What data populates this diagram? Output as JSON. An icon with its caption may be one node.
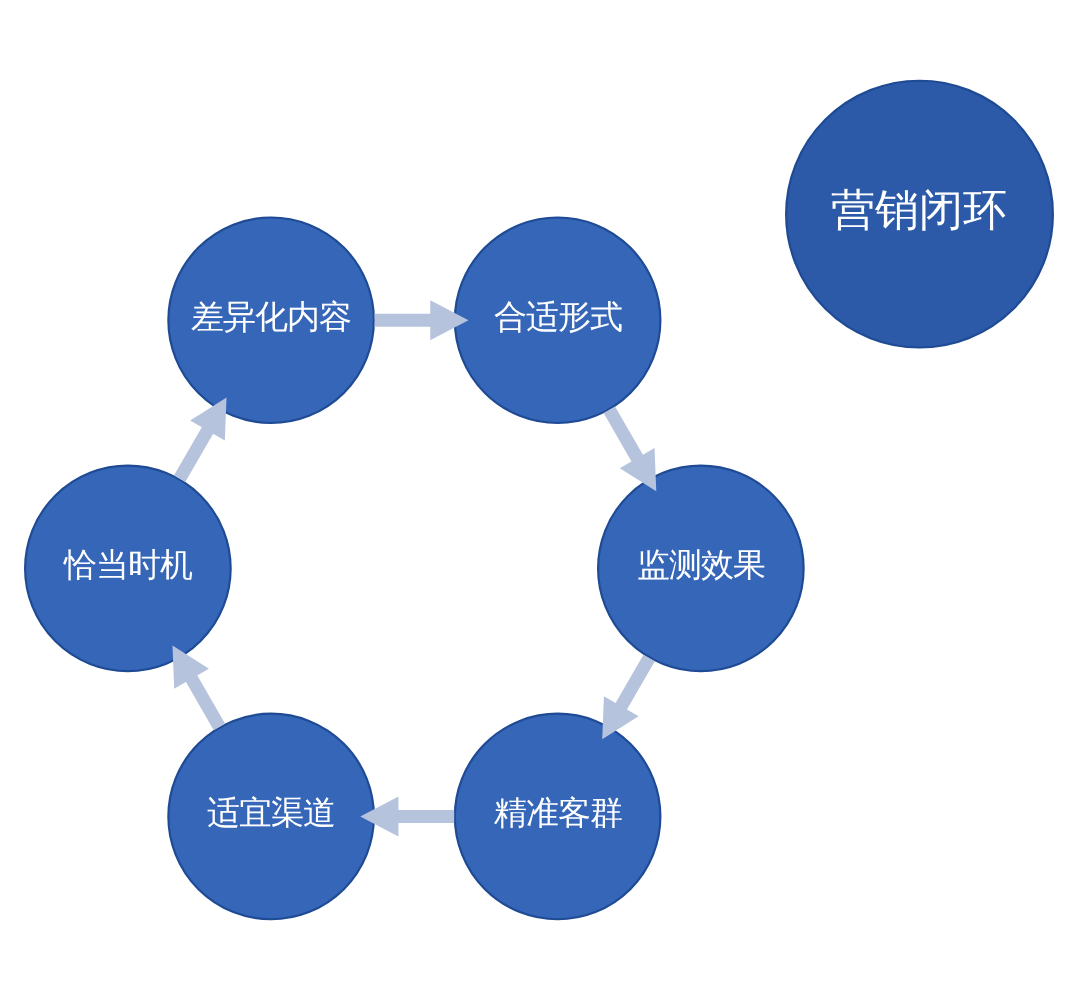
{
  "diagram": {
    "nodes": [
      {
        "text": [
          "营销闭环"
        ]
      },
      {
        "text": [
          "精准客群"
        ]
      },
      {
        "text": [
          "适宜渠道"
        ]
      },
      {
        "text": [
          "恰当时机"
        ]
      },
      {
        "text": [
          "差异化内容"
        ]
      },
      {
        "text": [
          "合适形式"
        ]
      },
      {
        "text": [
          "监测效果"
        ]
      }
    ],
    "edges": [
      {
        "from": 1,
        "to": 2,
        "arrow": "to"
      },
      {
        "from": 2,
        "to": 3,
        "arrow": "to"
      },
      {
        "from": 3,
        "to": 4,
        "arrow": "to"
      },
      {
        "from": 4,
        "to": 5,
        "arrow": "to"
      },
      {
        "from": 5,
        "to": 6,
        "arrow": "to"
      },
      {
        "from": 6,
        "to": 1,
        "arrow": "to"
      }
    ]
  }
}
